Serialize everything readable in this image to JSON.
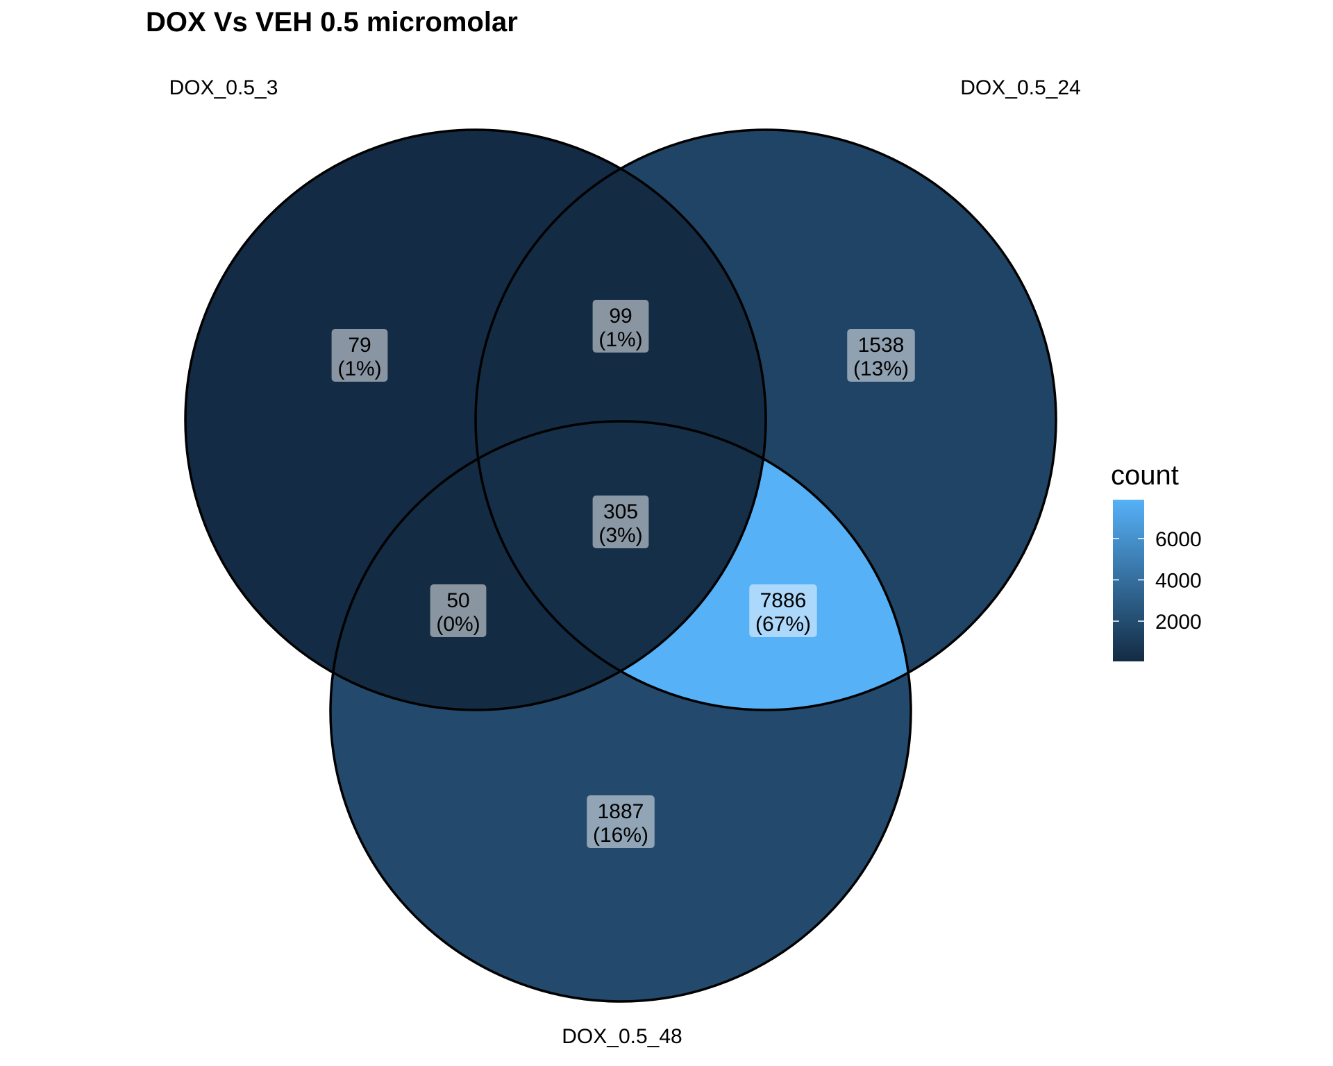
{
  "chart_data": {
    "type": "venn",
    "title": "DOX Vs VEH 0.5 micromolar",
    "sets": [
      "DOX_0.5_3",
      "DOX_0.5_24",
      "DOX_0.5_48"
    ],
    "regions": [
      {
        "id": "a_only",
        "sets": [
          "DOX_0.5_3"
        ],
        "count": 79,
        "percent": "(1%)"
      },
      {
        "id": "b_only",
        "sets": [
          "DOX_0.5_24"
        ],
        "count": 1538,
        "percent": "(13%)"
      },
      {
        "id": "c_only",
        "sets": [
          "DOX_0.5_48"
        ],
        "count": 1887,
        "percent": "(16%)"
      },
      {
        "id": "ab",
        "sets": [
          "DOX_0.5_3",
          "DOX_0.5_24"
        ],
        "count": 99,
        "percent": "(1%)"
      },
      {
        "id": "ac",
        "sets": [
          "DOX_0.5_3",
          "DOX_0.5_48"
        ],
        "count": 50,
        "percent": "(0%)"
      },
      {
        "id": "bc",
        "sets": [
          "DOX_0.5_24",
          "DOX_0.5_48"
        ],
        "count": 7886,
        "percent": "(67%)"
      },
      {
        "id": "abc",
        "sets": [
          "DOX_0.5_3",
          "DOX_0.5_24",
          "DOX_0.5_48"
        ],
        "count": 305,
        "percent": "(3%)"
      }
    ],
    "legend": {
      "title": "count",
      "ticks": [
        2000,
        4000,
        6000
      ],
      "tick_labels": [
        "2000",
        "4000",
        "6000"
      ],
      "range": [
        50,
        7886
      ],
      "color_low": "#132B43",
      "color_high": "#56B1F7",
      "placement": "right"
    }
  }
}
